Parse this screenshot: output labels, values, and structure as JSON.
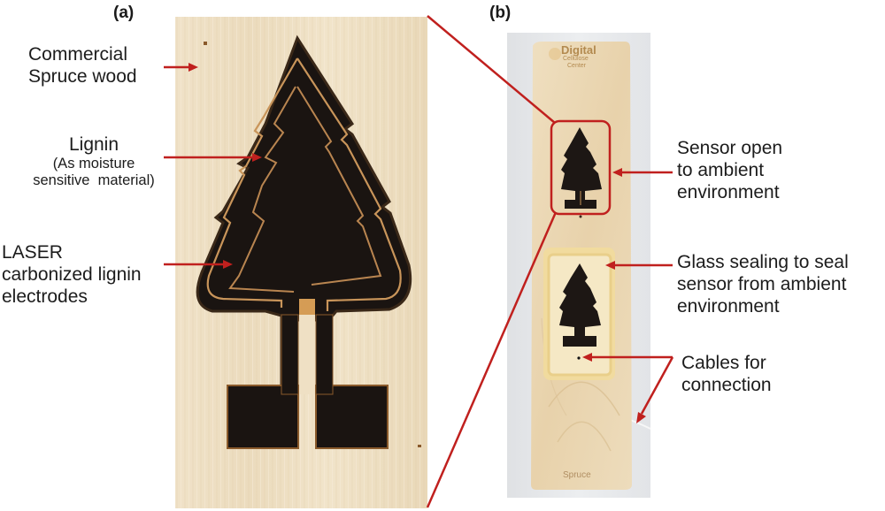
{
  "figure": {
    "panels": [
      {
        "tag": "(a)",
        "description": "Close-up of laser-carbonized tree-shaped sensor on spruce wood",
        "labels": [
          {
            "id": "wood",
            "lines": [
              "Commercial",
              "Spruce wood"
            ]
          },
          {
            "id": "lignin",
            "lines": [
              "Lignin"
            ],
            "sub_lines": [
              "(As moisture",
              "sensitive  material)"
            ]
          },
          {
            "id": "electrodes",
            "lines": [
              "LASER",
              "carbonized lignin",
              "electrodes"
            ]
          }
        ]
      },
      {
        "tag": "(b)",
        "description": "Photo of spruce board with two tree sensors, one open and one glass-sealed",
        "board_logo": {
          "line1": "Digital",
          "line2": "Cellulose",
          "line3": "Center"
        },
        "board_footer": "Spruce",
        "labels": [
          {
            "id": "open-sensor",
            "lines": [
              "Sensor open",
              "to ambient",
              "environment"
            ]
          },
          {
            "id": "glass-sealing",
            "lines": [
              "Glass sealing to seal",
              "sensor from ambient",
              "environment"
            ]
          },
          {
            "id": "cables",
            "lines": [
              "Cables for",
              "connection"
            ]
          }
        ]
      }
    ],
    "colors": {
      "arrow": "#c0201e",
      "wood_light": "#eedfc4",
      "wood_mid": "#e6d3b0",
      "carbon": "#17120f",
      "engraved_line": "#c9955a",
      "photo_bg": "#e4e6e9",
      "glass": "#f0d99a"
    }
  }
}
